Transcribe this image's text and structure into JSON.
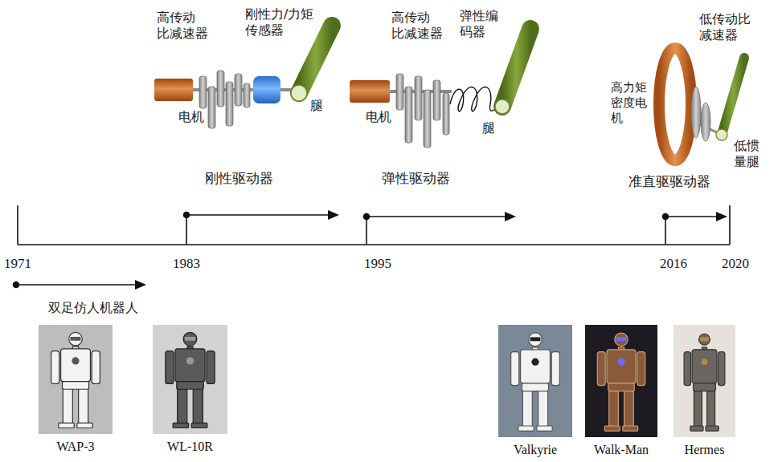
{
  "diagram": {
    "nodes": [
      {
        "text": [
          "WAP-3"
        ]
      },
      {
        "text": [
          "WL-10R"
        ]
      },
      {
        "text": [
          "Valkyrie"
        ]
      },
      {
        "text": [
          "Walk-Man"
        ]
      },
      {
        "text": [
          "Hermes"
        ]
      }
    ],
    "labels": [
      "高传动 比减速器",
      "刚性力/力矩 传感器",
      "电机",
      "腿",
      "高传动 比减速器",
      "弹性编 码器",
      "电机",
      "腿",
      "低传动比 减速器",
      "高力矩 密度电 机",
      "低惯 量腿",
      "刚性驱动器",
      "弹性驱动器",
      "准直驱驱动器",
      "1971",
      "1983",
      "1995",
      "2016",
      "2020",
      "双足仿人机器人"
    ]
  }
}
